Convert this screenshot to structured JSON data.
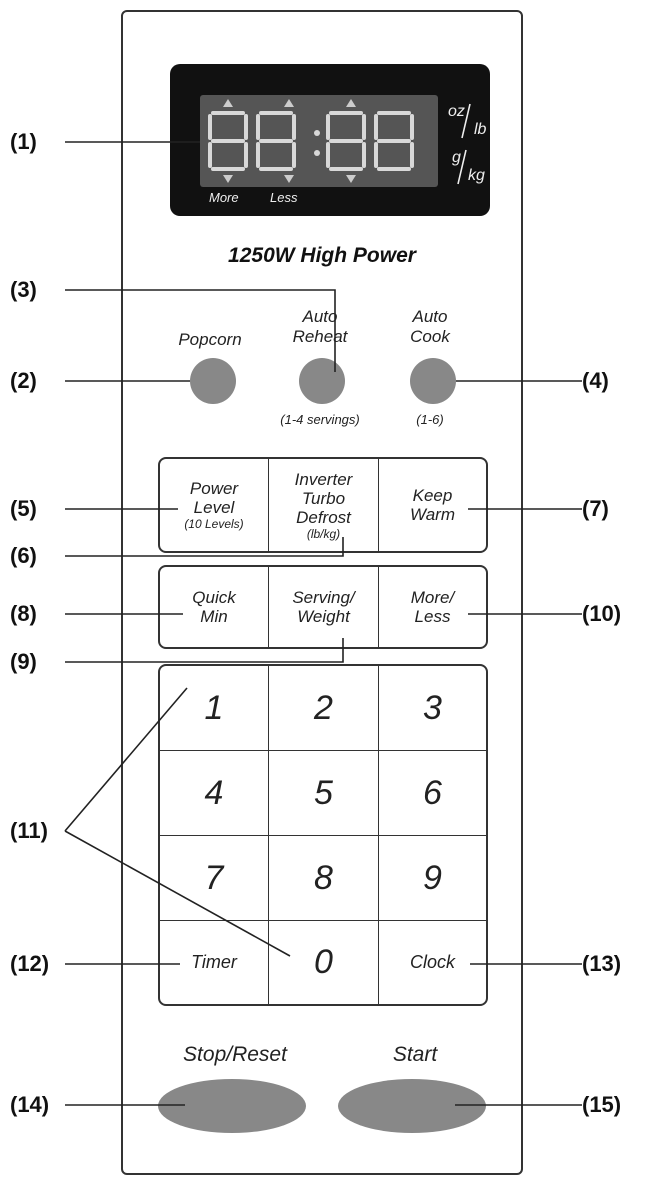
{
  "display": {
    "digits": "88:88",
    "more": "More",
    "less": "Less",
    "unit_oz": "oz",
    "unit_lb": "lb",
    "unit_g": "g",
    "unit_kg": "kg"
  },
  "brand": "1250W High Power",
  "buttons": {
    "popcorn": "Popcorn",
    "auto_reheat_1": "Auto",
    "auto_reheat_2": "Reheat",
    "auto_reheat_sub": "(1-4 servings)",
    "auto_cook_1": "Auto",
    "auto_cook_2": "Cook",
    "auto_cook_sub": "(1-6)",
    "power_1": "Power",
    "power_2": "Level",
    "power_sub": "(10 Levels)",
    "defrost_1": "Inverter",
    "defrost_2": "Turbo",
    "defrost_3": "Defrost",
    "defrost_sub": "(lb/kg)",
    "keep_1": "Keep",
    "keep_2": "Warm",
    "quick_1": "Quick",
    "quick_2": "Min",
    "serving_1": "Serving/",
    "serving_2": "Weight",
    "moreless_1": "More/",
    "moreless_2": "Less",
    "keypad": [
      "1",
      "2",
      "3",
      "4",
      "5",
      "6",
      "7",
      "8",
      "9"
    ],
    "zero": "0",
    "timer": "Timer",
    "clock": "Clock",
    "stop": "Stop/Reset",
    "start": "Start"
  },
  "callouts": [
    "(1)",
    "(2)",
    "(3)",
    "(4)",
    "(5)",
    "(6)",
    "(7)",
    "(8)",
    "(9)",
    "(10)",
    "(11)",
    "(12)",
    "(13)",
    "(14)",
    "(15)"
  ]
}
